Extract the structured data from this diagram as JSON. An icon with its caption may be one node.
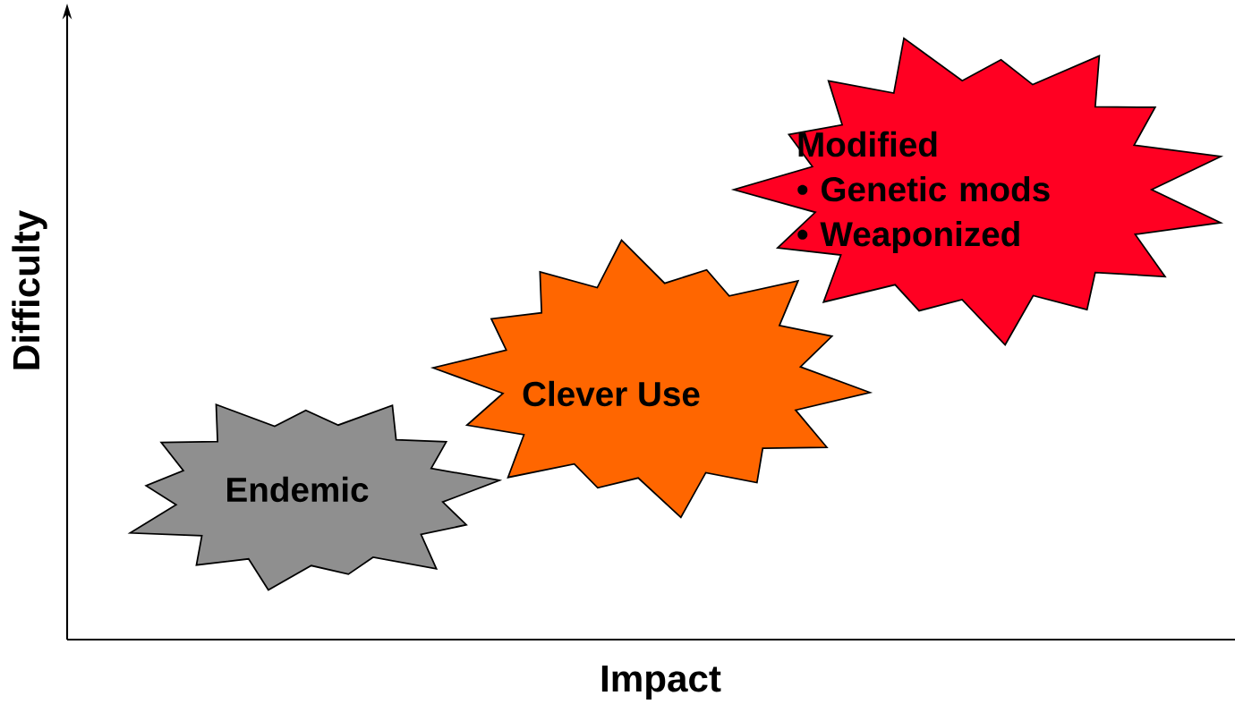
{
  "diagram": {
    "nodes": [
      {
        "text": [
          "Endemic"
        ]
      },
      {
        "text": [
          "Clever Use"
        ]
      },
      {
        "text": [
          "Modified",
          "• Genetic mods",
          "• Weaponized"
        ]
      }
    ],
    "edges": [],
    "labels": [
      "Difficulty",
      "Impact"
    ]
  }
}
